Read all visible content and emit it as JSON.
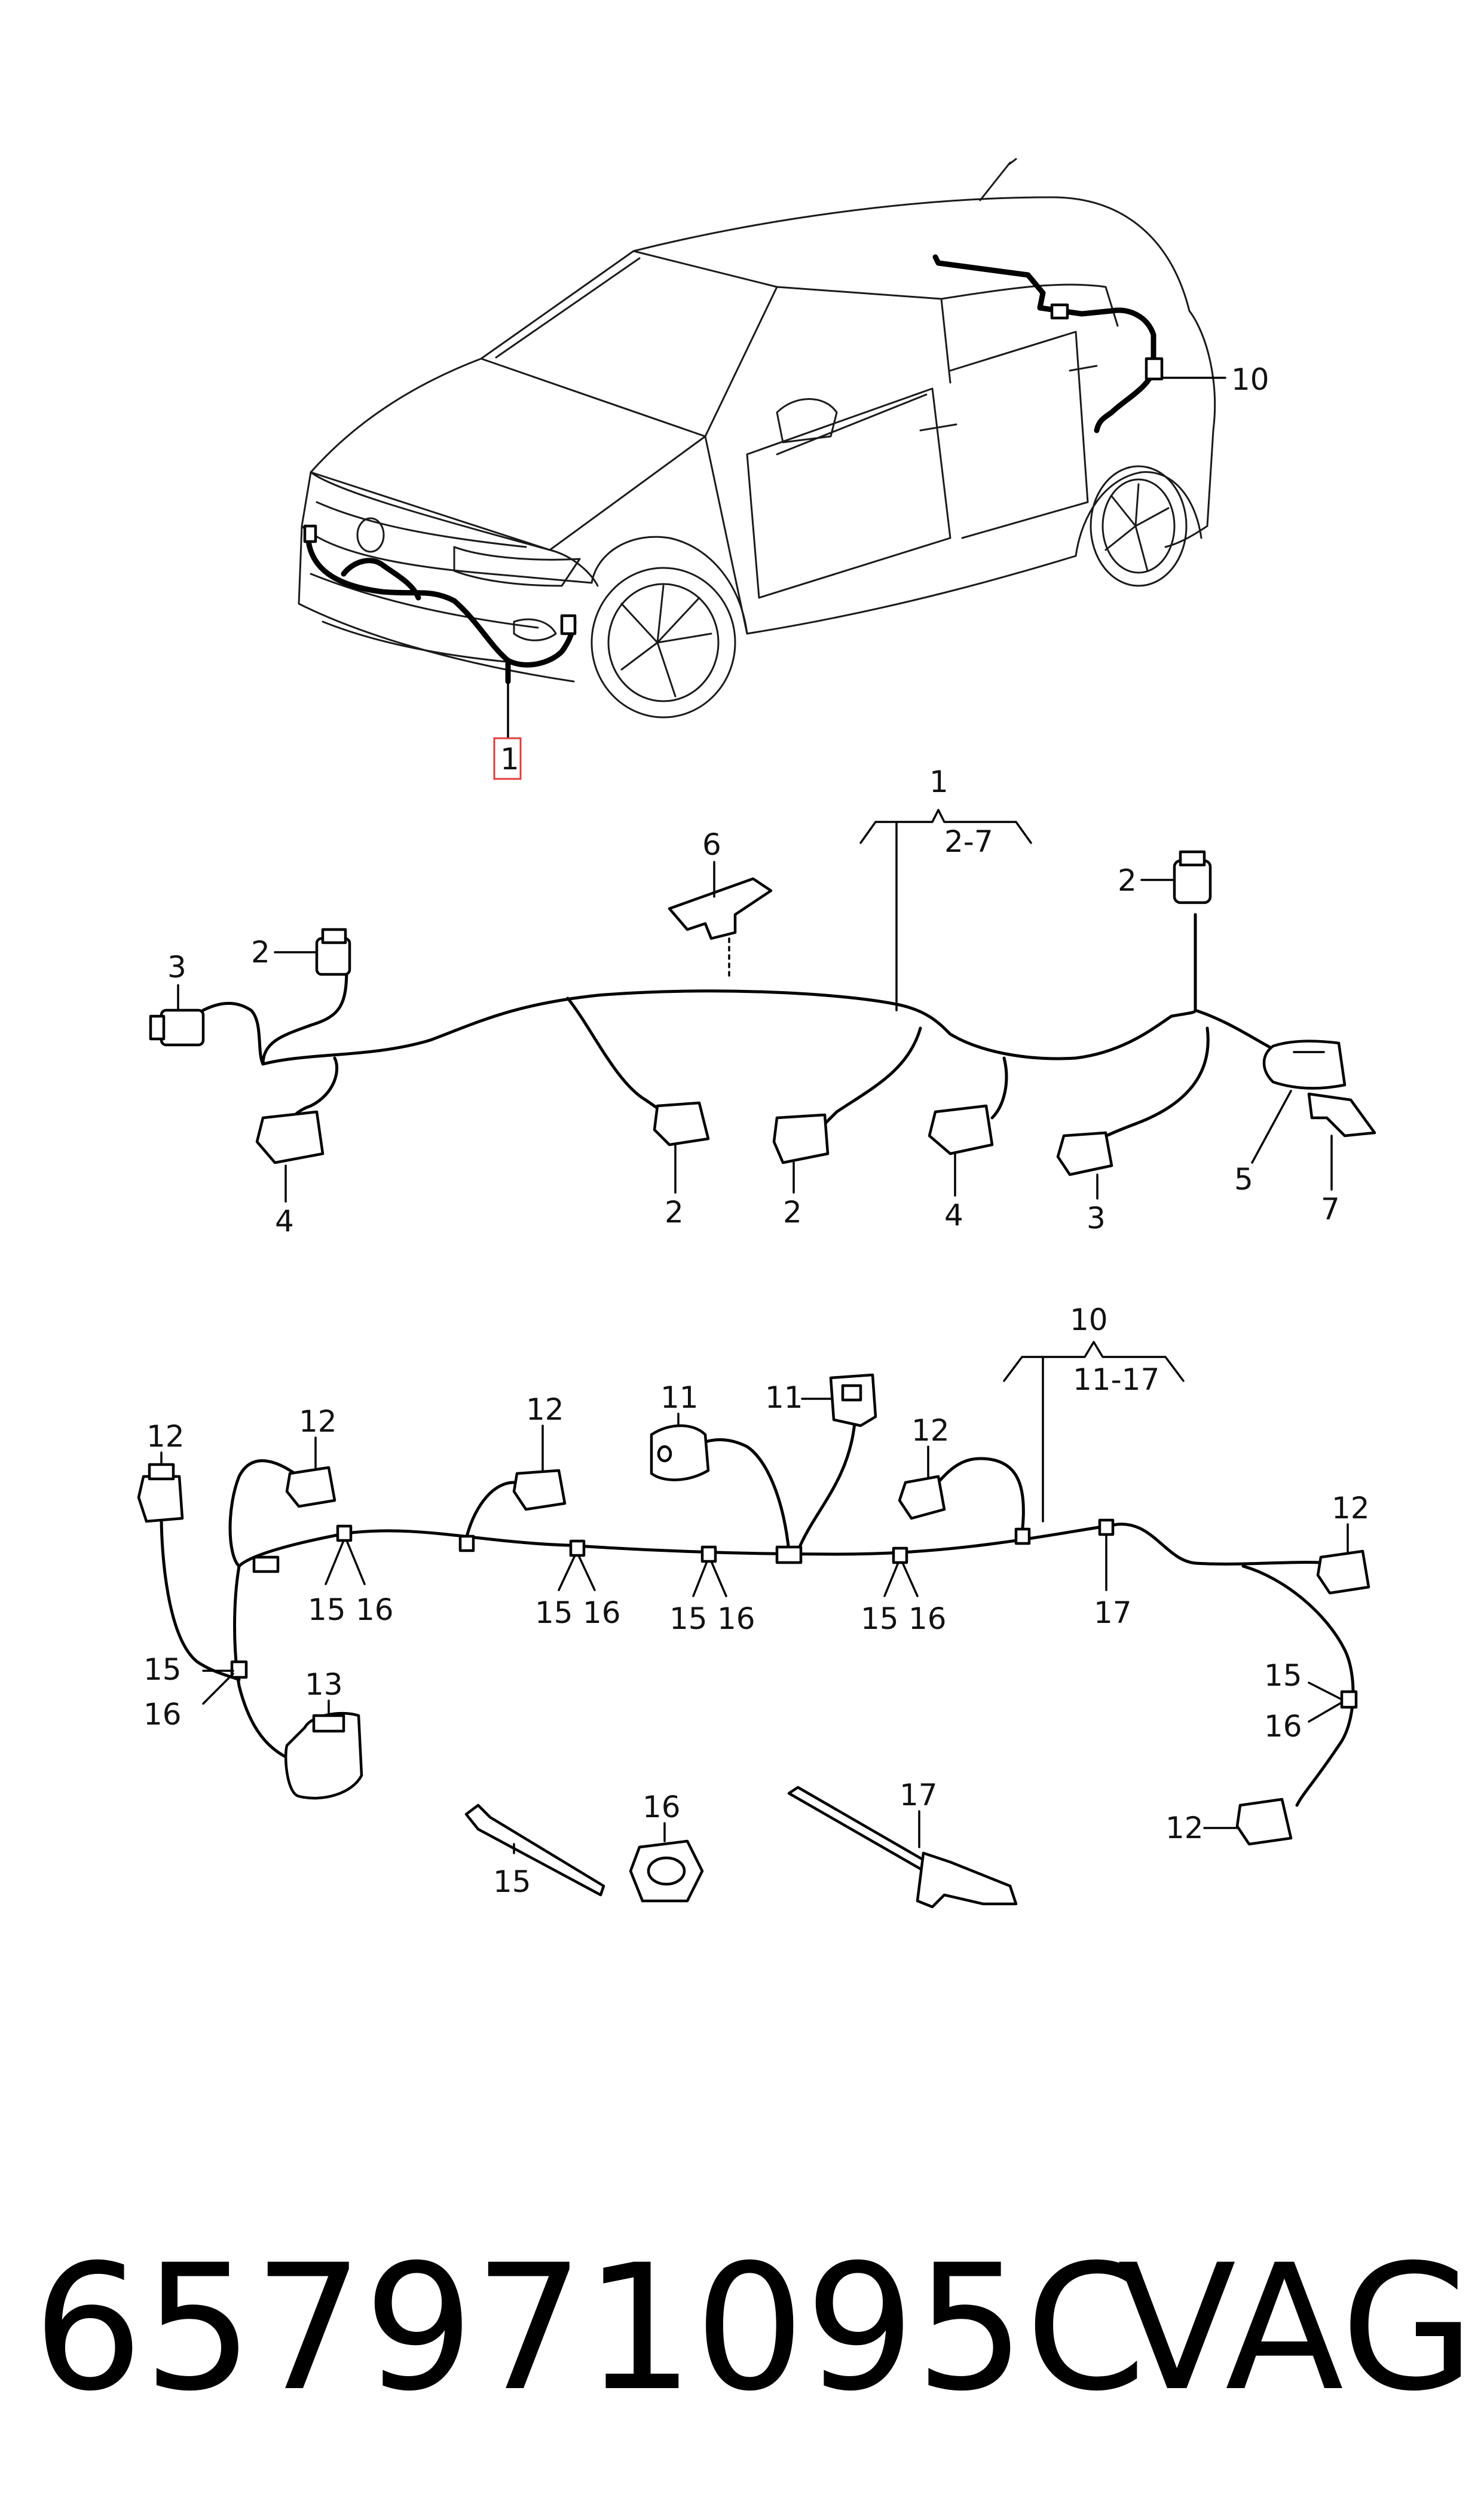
{
  "car_callouts": {
    "front_harness": "1",
    "rear_harness": "10"
  },
  "group1": {
    "parent": "1",
    "range": "2-7",
    "labels": {
      "l2a": "2",
      "l2b": "2",
      "l2c": "2",
      "l2d": "2",
      "l3a": "3",
      "l3b": "3",
      "l4a": "4",
      "l4b": "4",
      "l5": "5",
      "l6": "6",
      "l7": "7"
    }
  },
  "group2": {
    "parent": "10",
    "range": "11-17",
    "labels": {
      "l11a": "11",
      "l11b": "11",
      "l12a": "12",
      "l12b": "12",
      "l12c": "12",
      "l12d": "12",
      "l12e": "12",
      "l12f": "12",
      "l13": "13",
      "l15a": "15",
      "l16a": "16",
      "l15b": "15",
      "l16b": "16",
      "l15c": "15",
      "l16c": "16",
      "l15d": "15",
      "l16d": "16",
      "l17a": "17",
      "l15e": "15",
      "l16e": "16",
      "l15f": "15",
      "l16f": "16",
      "l15g": "15",
      "l16g": "16",
      "l17g": "17"
    }
  },
  "footer": {
    "part_number": "657971095C",
    "brand": "VAG"
  }
}
